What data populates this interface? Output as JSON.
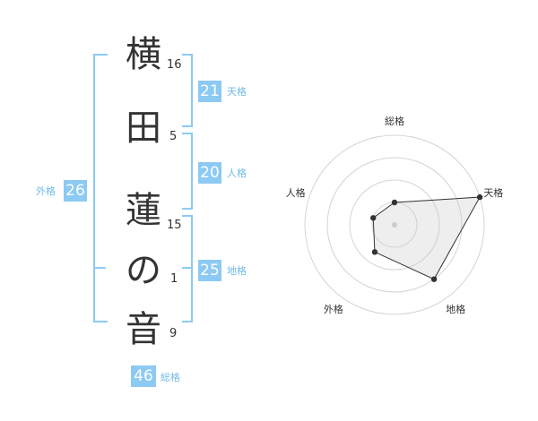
{
  "name": {
    "chars": [
      {
        "char": "横",
        "strokes": "16"
      },
      {
        "char": "田",
        "strokes": "5"
      },
      {
        "char": "蓮",
        "strokes": "15"
      },
      {
        "char": "の",
        "strokes": "1"
      },
      {
        "char": "音",
        "strokes": "9"
      }
    ]
  },
  "fortunes": {
    "tenkaku": {
      "value": "21",
      "label": "天格"
    },
    "jinkaku": {
      "value": "20",
      "label": "人格"
    },
    "chikaku": {
      "value": "25",
      "label": "地格"
    },
    "gaikaku": {
      "value": "26",
      "label": "外格"
    },
    "soukaku": {
      "value": "46",
      "label": "総格"
    }
  },
  "colors": {
    "accent": "#8ccaf3",
    "accent_text": "#6fbbe8"
  },
  "chart_data": {
    "type": "radar",
    "axes": [
      "総格",
      "天格",
      "地格",
      "外格",
      "人格"
    ],
    "levels": 4,
    "values": [
      1,
      4,
      3,
      1.5,
      1
    ]
  }
}
